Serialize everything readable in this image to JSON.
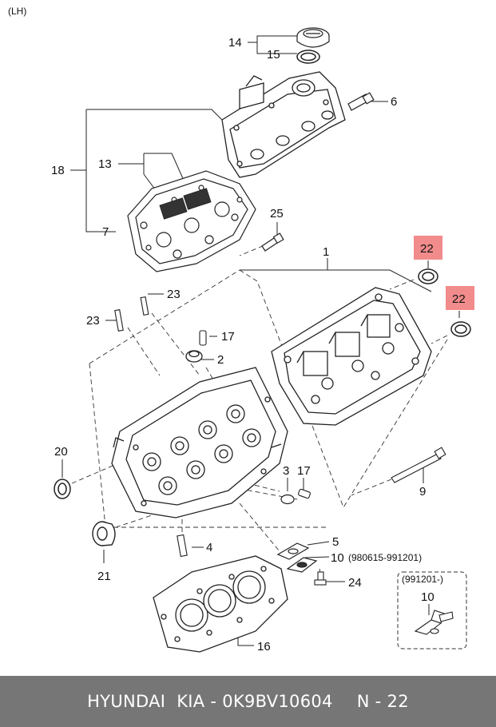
{
  "side_label": "(LH)",
  "labels": {
    "p1": "1",
    "p2": "2",
    "p3": "3",
    "p4": "4",
    "p5": "5",
    "p6": "6",
    "p7": "7",
    "p9": "9",
    "p10": "10",
    "p10b": "10",
    "p13": "13",
    "p14": "14",
    "p15": "15",
    "p16": "16",
    "p17a": "17",
    "p17b": "17",
    "p18": "18",
    "p20": "20",
    "p21": "21",
    "p22a": "22",
    "p22b": "22",
    "p23a": "23",
    "p23b": "23",
    "p24": "24",
    "p25": "25"
  },
  "notes": {
    "p10_range": "(980615-991201)",
    "inset_range": "(991201-)"
  },
  "highlight_color": "#f28b8b",
  "footer": {
    "brand": "HYUNDAI  KIA - 0K9BV10604",
    "page": "N - 22"
  }
}
